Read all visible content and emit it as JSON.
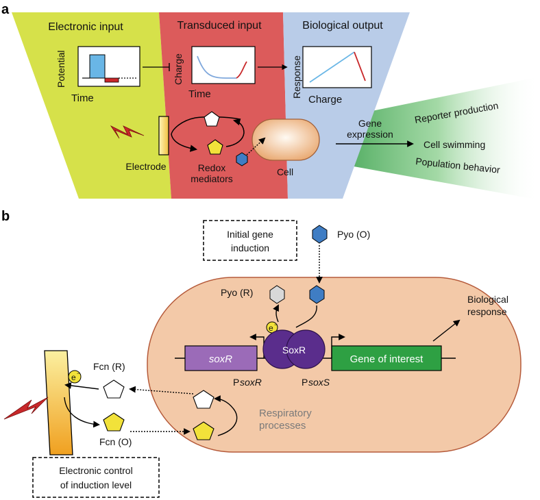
{
  "panel_a": {
    "letter": "a",
    "sections": {
      "electronic_input": "Electronic input",
      "transduced_input": "Transduced input",
      "biological_output": "Biological output"
    },
    "plots": {
      "potential_ylabel": "Potential",
      "potential_xlabel": "Time",
      "charge_ylabel": "Charge",
      "charge_xlabel": "Time",
      "response_ylabel": "Response",
      "response_xlabel": "Charge"
    },
    "labels": {
      "electrode": "Electrode",
      "redox_line1": "Redox",
      "redox_line2": "mediators",
      "cell": "Cell",
      "gene_line1": "Gene",
      "gene_line2": "expression",
      "out_reporter": "Reporter production",
      "out_swimming": "Cell swimming",
      "out_population": "Population behavior"
    }
  },
  "panel_b": {
    "letter": "b",
    "initial_line1": "Initial gene",
    "initial_line2": "induction",
    "pyo_o": "Pyo (O)",
    "pyo_r": "Pyo (R)",
    "bio_line1": "Biological",
    "bio_line2": "response",
    "electron": "e",
    "electron_sup": "−",
    "soxR_gene": "soxR",
    "soxR_protein": "SoxR",
    "gene_of_interest": "Gene of interest",
    "psoxr_p": "P",
    "psoxr_name": "soxR",
    "psoxs_p": "P",
    "psoxs_name": "soxS",
    "fcn_r": "Fcn (R)",
    "fcn_o": "Fcn (O)",
    "resp_line1": "Respiratory",
    "resp_line2": "processes",
    "control_line1": "Electronic control",
    "control_line2": "of induction level"
  },
  "colors": {
    "electronic_bg": "#d6e14a",
    "transduced_bg": "#dc5b5b",
    "biological_bg": "#b9cce8",
    "cell_fill": "#f3c9a8",
    "cell_stroke": "#b55a3a",
    "mediator_yellow": "#f2e23a",
    "pyo_blue": "#3f7dc4",
    "pyo_grey": "#d8d8d8",
    "soxR_gene": "#9b6bb8",
    "soxR_protein": "#5a2d8c",
    "gene_green": "#2ea043",
    "bolt_red": "#c8282a"
  }
}
